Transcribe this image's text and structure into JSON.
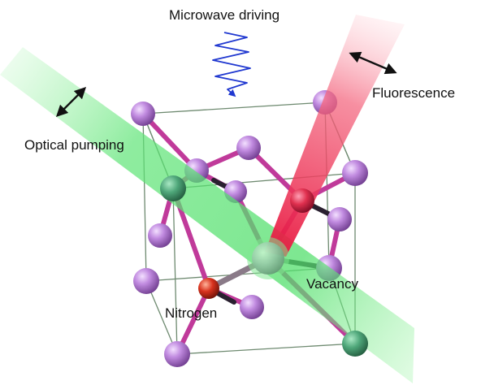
{
  "labels": {
    "microwave": "Microwave driving",
    "fluorescence": "Fluorescence",
    "optical": "Optical pumping",
    "vacancy": "Vacancy",
    "nitrogen": "Nitrogen"
  },
  "colors": {
    "carbon_atom": "#b57ad6",
    "bond": "#c03a9a",
    "nitrogen_atom": "#d8321e",
    "vacancy_atom": "#9aa0a8",
    "green_beam": "#55e06a",
    "red_beam": "#f0405a",
    "microwave_wave": "#2038d0",
    "cube_edges": "#6e8a70"
  },
  "icons": {
    "optical_polarization": "double-headed-arrow-icon",
    "fluorescence_polarization": "double-headed-arrow-icon",
    "microwave": "wave-arrow-icon"
  }
}
